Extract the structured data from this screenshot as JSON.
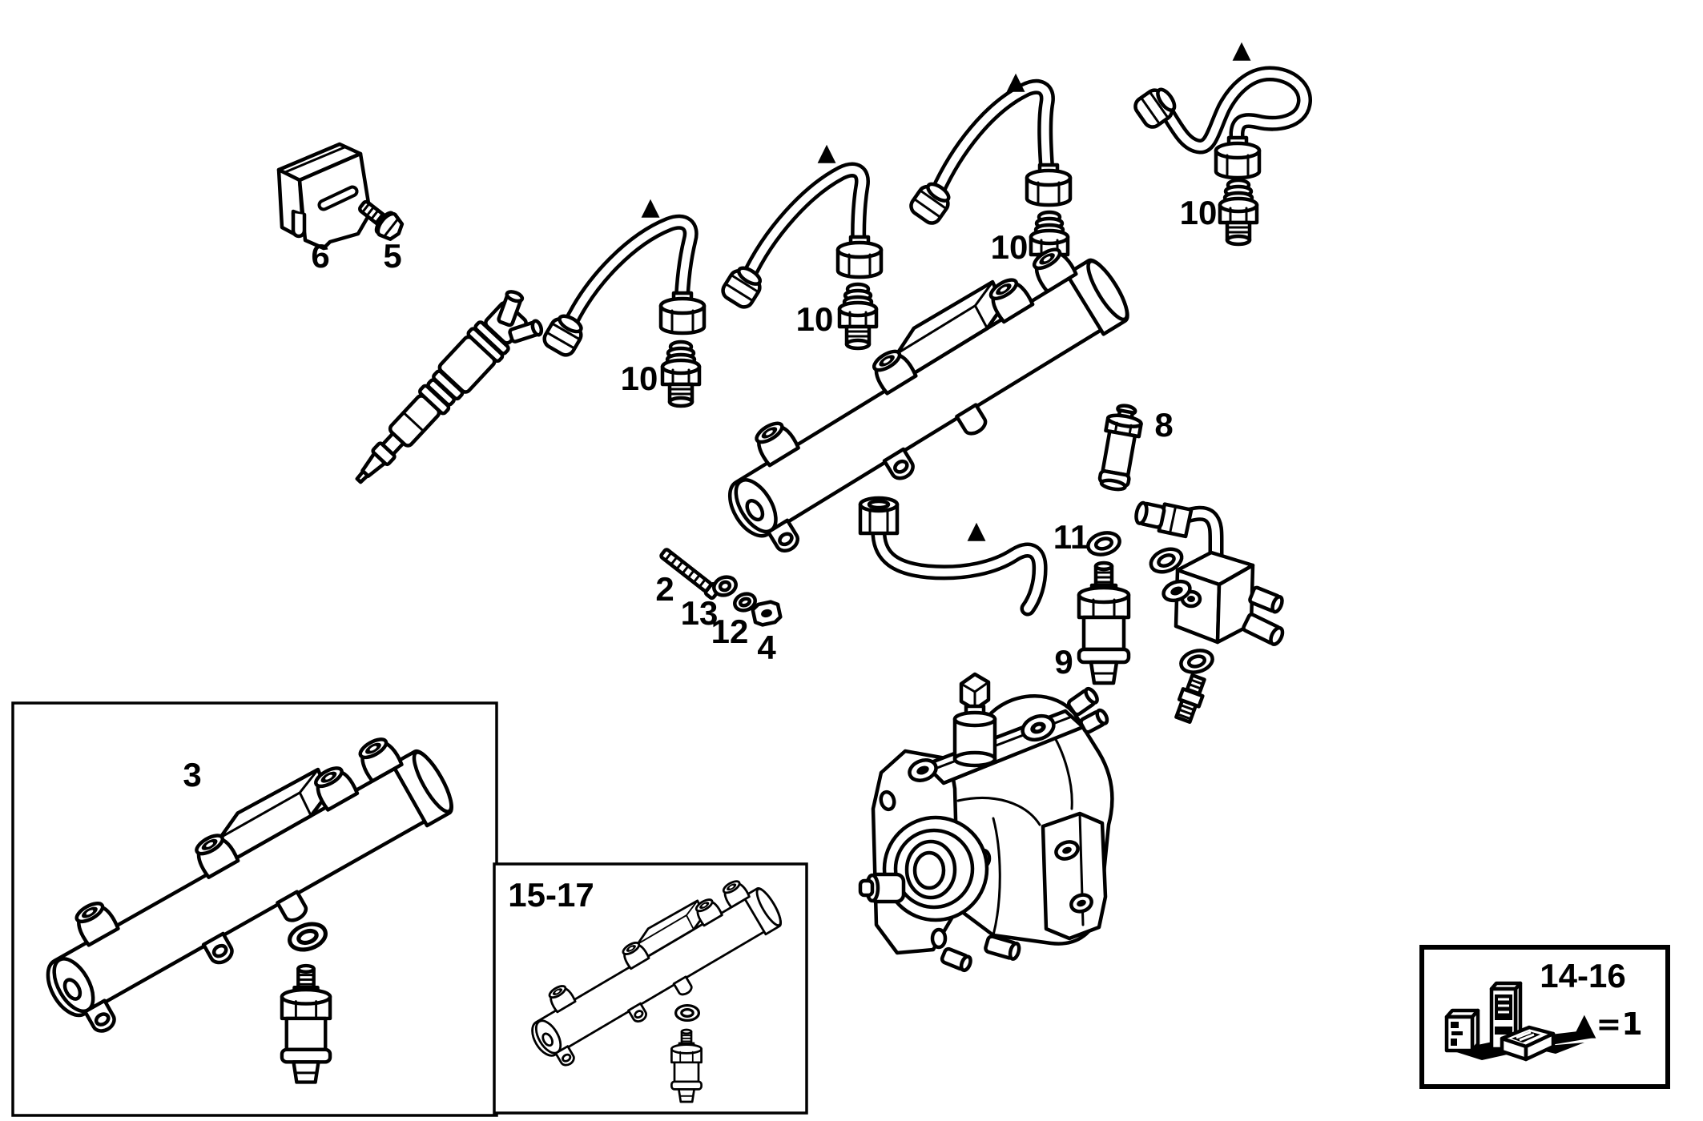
{
  "figure": {
    "background_color": "#ffffff",
    "line_color": "#000000",
    "kind": "exploded-parts-line-diagram"
  },
  "callouts": {
    "bracket_label": "6",
    "bolt_label": "5",
    "pipe1_union_label": "10",
    "pipe2_union_label": "10",
    "pipe3_union_label": "10",
    "pipe4_union_label": "10",
    "valve_label": "8",
    "washer11_label": "11",
    "sensor_label": "9",
    "stud_label": "2",
    "washer13_label": "13",
    "washer12_label": "12",
    "nut_label": "4",
    "inset_rail_label": "3",
    "inset_rail_range_label": "15-17",
    "inset_kit_range_label": "14-16",
    "legend_note": "▲=1",
    "pipe_marker_symbol": "▲"
  }
}
